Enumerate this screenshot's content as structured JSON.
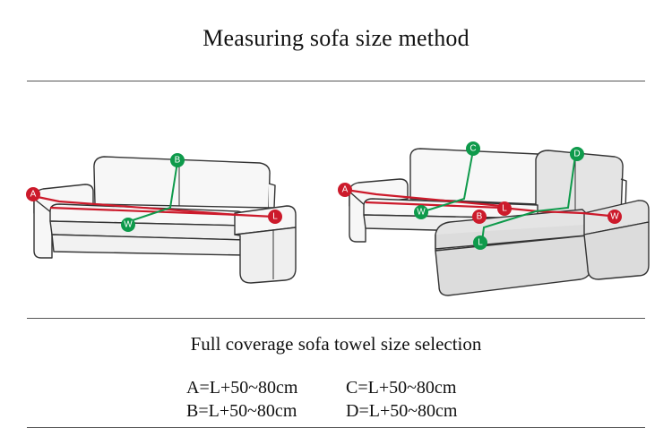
{
  "title": "Measuring sofa size method",
  "subtitle": "Full coverage sofa towel size selection",
  "formulas": {
    "a": "A=L+50~80cm",
    "b": "B=L+50~80cm",
    "c": "C=L+50~80cm",
    "d": "D=L+50~80cm"
  },
  "labels": {
    "sofa1": {
      "a": "A",
      "b": "B",
      "w": "W",
      "l": "L"
    },
    "sofa2": {
      "a": "A",
      "c": "C",
      "d": "D",
      "w": "W",
      "b": "B",
      "l": "L",
      "l2": "L",
      "w2": "W"
    }
  },
  "colors": {
    "red": "#cc1a2b",
    "green": "#0e9a4b",
    "line": "#333333",
    "fill_light": "#f7f7f7",
    "fill_shade": "#e4e4e4"
  }
}
